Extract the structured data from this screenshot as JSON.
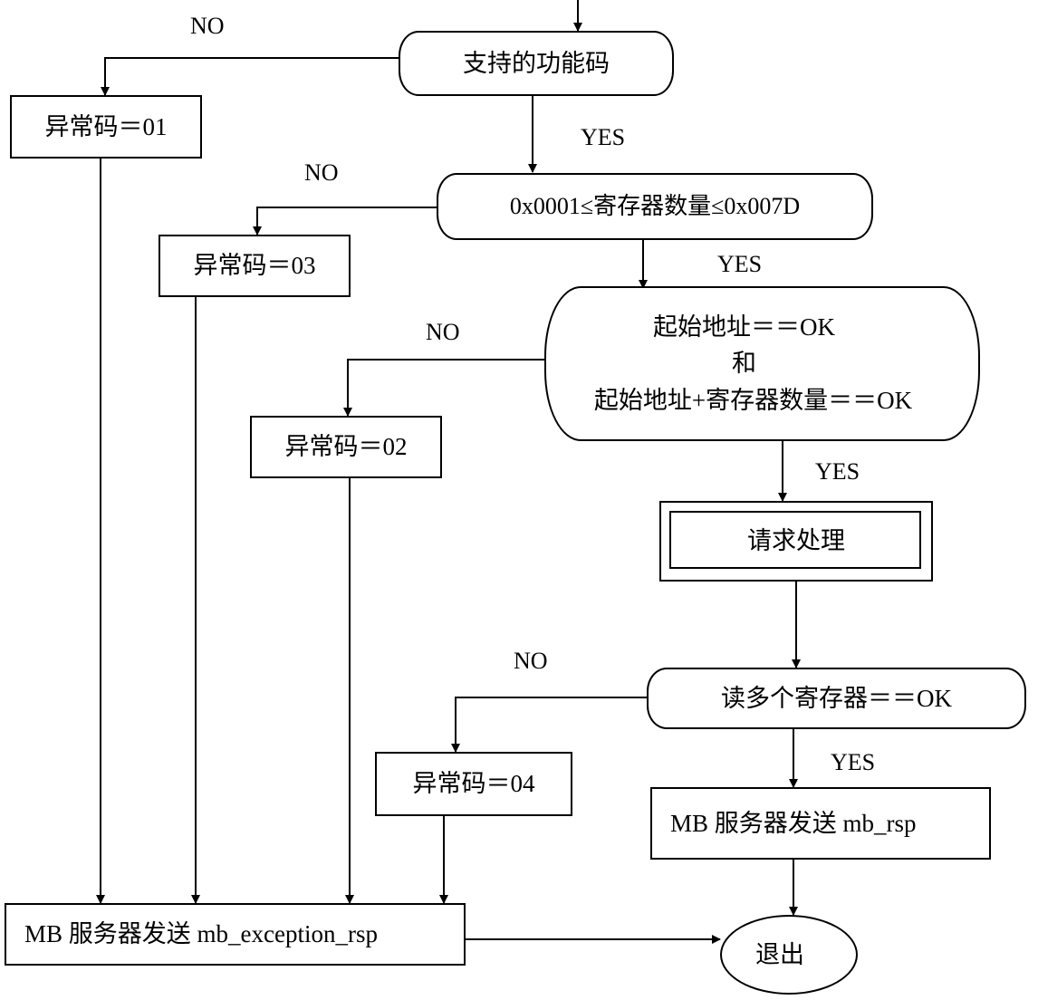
{
  "nodes": {
    "function_code_check": "支持的功能码",
    "register_count_check": "0x0001≤寄存器数量≤0x007D",
    "address_check_line1": "起始地址＝＝OK",
    "address_check_line2": "和",
    "address_check_line3": "起始地址+寄存器数量＝＝OK",
    "process_request": "请求处理",
    "read_registers_check": "读多个寄存器＝＝OK",
    "exception_01": "异常码＝01",
    "exception_03": "异常码＝03",
    "exception_02": "异常码＝02",
    "exception_04": "异常码＝04",
    "send_response": "MB 服务器发送 mb_rsp",
    "send_exception": "MB 服务器发送 mb_exception_rsp",
    "exit": "退出"
  },
  "edge_labels": {
    "no_1": "NO",
    "yes_1": "YES",
    "no_2": "NO",
    "yes_2": "YES",
    "no_3": "NO",
    "yes_3": "YES",
    "no_4": "NO",
    "yes_4": "YES"
  }
}
